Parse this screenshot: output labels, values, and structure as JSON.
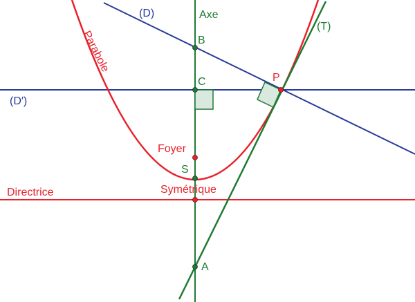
{
  "colors": {
    "red": "#e8212b",
    "blue": "#2a3d9a",
    "green": "#1f7a33",
    "right_angle_fill": "#d9e9df"
  },
  "labels": {
    "D": "(D)",
    "D_prime": "(D′)",
    "axe": "Axe",
    "T": "(T)",
    "B": "B",
    "C": "C",
    "P": "P",
    "parabole": "Parabole",
    "foyer": "Foyer",
    "S": "S",
    "directrice": "Directrice",
    "symetrique": "Symétrique",
    "A": "A"
  }
}
